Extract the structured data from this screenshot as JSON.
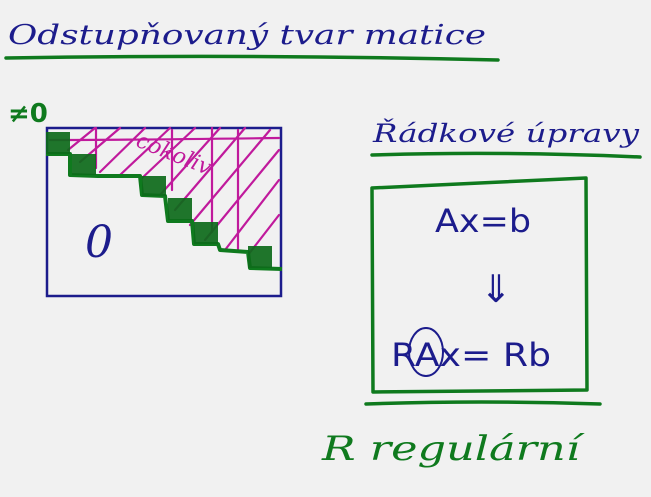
{
  "title": "Odstupňovaný tvar matice",
  "matrix": {
    "nonzero_label": "≠0",
    "zero_label": "0",
    "any_label": "cokoliv"
  },
  "row_ops": {
    "heading": "Řádkové úpravy",
    "equation_top": "Ax=b",
    "arrow": "⇓",
    "equation_bottom": "RAx= Rb",
    "footer": "R regulární"
  },
  "colors": {
    "paper": "#f1f1f1",
    "blue_ink": "#1c1c8c",
    "green_ink": "#0f7a1e",
    "green_fill": "#0d6a1a",
    "magenta_ink": "#c01a9c"
  }
}
